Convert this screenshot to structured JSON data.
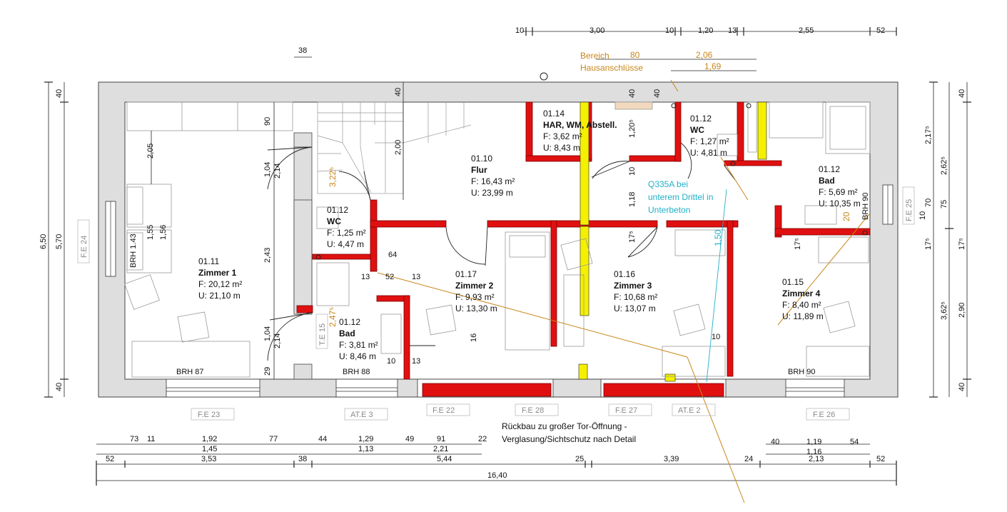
{
  "rooms": [
    {
      "id": "01.11",
      "name": "Zimmer 1",
      "area": "F: 20,12 m²",
      "perimeter": "U: 21,10 m"
    },
    {
      "id": "01.12",
      "name": "WC",
      "area": "F: 1,25 m²",
      "perimeter": "U: 4,47 m"
    },
    {
      "id": "01.12",
      "name": "Bad",
      "area": "F: 3,81 m²",
      "perimeter": "U: 8,46 m"
    },
    {
      "id": "01.10",
      "name": "Flur",
      "area": "F: 16,43 m²",
      "perimeter": "U: 23,99 m"
    },
    {
      "id": "01.14",
      "name": "HAR, WM, Abstell.",
      "area": "F: 3,62 m²",
      "perimeter": "U: 8,43 m"
    },
    {
      "id": "01.12",
      "name": "WC",
      "area": "F: 1,27 m²",
      "perimeter": "U: 4,81 m"
    },
    {
      "id": "01.12",
      "name": "Bad",
      "area": "F: 5,69 m²",
      "perimeter": "U: 10,35 m"
    },
    {
      "id": "01.17",
      "name": "Zimmer 2",
      "area": "F: 9,93 m²",
      "perimeter": "U: 13,30 m"
    },
    {
      "id": "01.16",
      "name": "Zimmer 3",
      "area": "F: 10,68 m²",
      "perimeter": "U: 13,07 m"
    },
    {
      "id": "01.15",
      "name": "Zimmer 4",
      "area": "F: 8,40 m²",
      "perimeter": "U: 11,89 m"
    }
  ],
  "annotations": {
    "bereich": "Bereich",
    "hausanschluesse": "Hausanschlüsse",
    "q335a_1": "Q335A bei",
    "q335a_2": "unterem Drittel in",
    "q335a_3": "Unterbeton",
    "rueckbau_1": "Rückbau zu großer Tor-Öffnung -",
    "rueckbau_2": "Verglasung/Sichtschutz nach Detail"
  },
  "labels": {
    "brh87": "BRH 87",
    "brh88": "BRH 88",
    "brh90a": "BRH 90",
    "brh90v": "BRH 90",
    "brh143": "BRH 1.43",
    "fe23": "F.E 23",
    "ate3": "AT.E 3",
    "fe22": "F.E 22",
    "fe28": "F.E 28",
    "fe27": "F.E 27",
    "ate2": "AT.E 2",
    "fe26": "F.E 26",
    "fe24": "F.E 24",
    "fe25": "F.E 25",
    "te15": "T.E 15"
  },
  "dims": {
    "top": [
      "10",
      "3,00",
      "10",
      "1,20",
      "13",
      "2,55",
      "52"
    ],
    "t38": "38",
    "orange_top": [
      "80",
      "2,06",
      "1,69"
    ],
    "b1": [
      "73",
      "11",
      "1,92",
      "77",
      "44",
      "1,29",
      "49",
      "91",
      "22",
      "40",
      "1,19",
      "54"
    ],
    "b2": [
      "1,45",
      "1,13",
      "2,21",
      "1,16"
    ],
    "b3": [
      "52",
      "3,53",
      "38",
      "5,44",
      "25",
      "3,39",
      "24",
      "2,13",
      "52"
    ],
    "total": "16,40",
    "left": [
      "6,50",
      "5,70",
      "40",
      "40"
    ],
    "right_outer": [
      "2,62⁵",
      "75",
      "3,62⁵"
    ],
    "right_inner": [
      "2,17⁵",
      "70",
      "2,90",
      "17⁵",
      "10"
    ],
    "right_walls": [
      "40",
      "40",
      "17⁵"
    ],
    "inner": [
      "2,05",
      "90",
      "1,04",
      "2,14",
      "1,55",
      "1,56",
      "2,43",
      "1,04",
      "2,14",
      "29",
      "3,22⁵",
      "2,47⁵",
      "40",
      "2,00",
      "64",
      "13",
      "52",
      "13",
      "10",
      "13",
      "16",
      "40",
      "40",
      "1,20⁵",
      "10",
      "1,18",
      "17⁵",
      "1,50",
      "10",
      "20",
      "17⁵"
    ]
  }
}
